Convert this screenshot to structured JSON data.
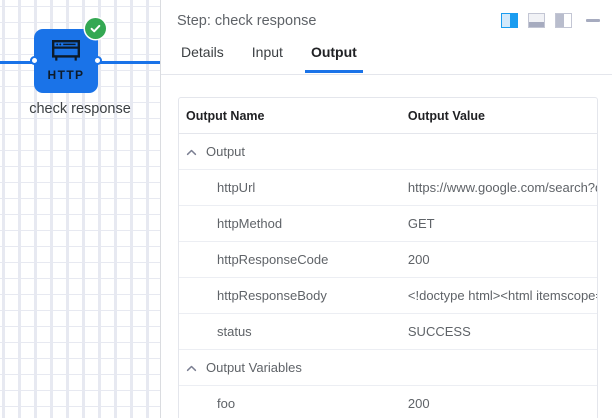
{
  "canvas": {
    "node": {
      "icon_name": "http-node-icon",
      "icon_text": "HTTP",
      "label": "check response",
      "status_icon": "check-circle-icon",
      "status_color": "#34a853",
      "node_color": "#1a73e8"
    }
  },
  "panel": {
    "title": "Step: check response",
    "header_buttons": [
      {
        "name": "layout-split-right",
        "icon": "panel-right-icon",
        "active": true
      },
      {
        "name": "layout-panel-bottom",
        "icon": "panel-bottom-icon",
        "active": false
      },
      {
        "name": "layout-panel-left",
        "icon": "panel-left-icon",
        "active": false
      }
    ],
    "minimize_icon": "minimize-icon",
    "tabs": [
      {
        "label": "Details",
        "active": false
      },
      {
        "label": "Input",
        "active": false
      },
      {
        "label": "Output",
        "active": true
      }
    ],
    "table": {
      "headers": {
        "name": "Output Name",
        "value": "Output Value"
      },
      "groups": [
        {
          "label": "Output",
          "expanded": true,
          "chevron_icon": "chevron-up-icon",
          "rows": [
            {
              "name": "httpUrl",
              "value": "https://www.google.com/search?q="
            },
            {
              "name": "httpMethod",
              "value": "GET"
            },
            {
              "name": "httpResponseCode",
              "value": "200"
            },
            {
              "name": "httpResponseBody",
              "value": "<!doctype html><html itemscope='"
            },
            {
              "name": "status",
              "value": "SUCCESS"
            }
          ]
        },
        {
          "label": "Output Variables",
          "expanded": true,
          "chevron_icon": "chevron-up-icon",
          "rows": [
            {
              "name": "foo",
              "value": "200"
            }
          ]
        }
      ]
    }
  },
  "colors": {
    "accent": "#1a73e8",
    "success": "#34a853",
    "text": "#5f6368",
    "border": "#e4e6ec"
  }
}
